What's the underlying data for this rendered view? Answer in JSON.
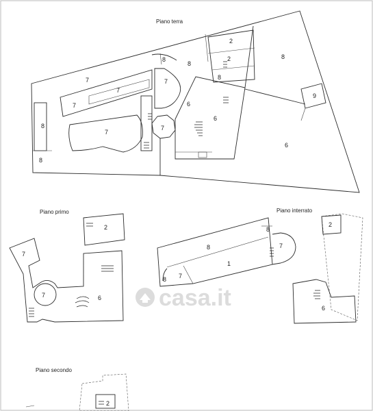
{
  "plans": {
    "ground": {
      "title": "Piano terra"
    },
    "first": {
      "title": "Piano primo"
    },
    "basement": {
      "title": "Piano interrato"
    },
    "second": {
      "title": "Piano secondo"
    }
  },
  "room_labels": {
    "ground": [
      "2",
      "2",
      "8",
      "8",
      "8",
      "7",
      "7",
      "7",
      "7",
      "7",
      "8",
      "6",
      "6",
      "9",
      "7",
      "8",
      "8",
      "6"
    ],
    "first": [
      "2",
      "7",
      "7",
      "6"
    ],
    "basement": [
      "8",
      "8",
      "7",
      "1",
      "8",
      "7",
      "2",
      "6"
    ],
    "second": [
      "2"
    ]
  },
  "watermark": {
    "text": "casa.it",
    "icon": "casa-logo-icon"
  }
}
